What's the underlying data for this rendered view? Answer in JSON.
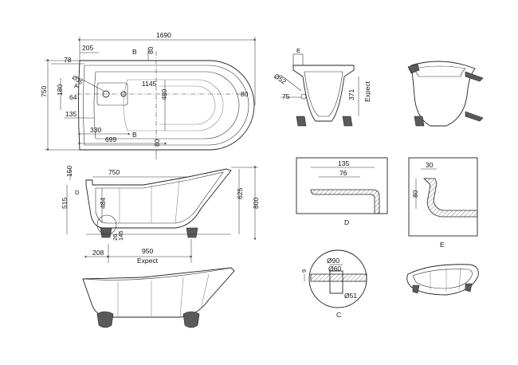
{
  "plan_view": {
    "overall_length": "1690",
    "overall_width": "750",
    "dim_205": "205",
    "dim_78": "78",
    "dim_80_top": "80",
    "dim_80_right": "80",
    "dim_80_bottom": "80",
    "dim_180": "180",
    "dim_64": "64",
    "dim_135": "135",
    "dim_330": "330",
    "dim_699": "699",
    "dim_1145": "1145",
    "dim_480": "480",
    "dia_35": "Ø35",
    "section_a": "A",
    "section_b_top": "B",
    "section_b_bottom": "B"
  },
  "side_view": {
    "dim_150": "150",
    "dim_750": "750",
    "dim_515": "515",
    "dim_625": "625",
    "dim_800": "800",
    "dim_484": "484",
    "dim_145": "145",
    "dim_26": "26",
    "dim_208": "208",
    "dim_950": "950",
    "label_expect": "Expect",
    "label_d": "D"
  },
  "end_view": {
    "label_e": "E",
    "dia_52": "Ø52",
    "dim_75": "75",
    "dim_371": "371",
    "label_expect": "Expect"
  },
  "detail_d": {
    "dim_135": "135",
    "dim_76": "76",
    "caption": "D"
  },
  "detail_e": {
    "dim_30": "30",
    "dim_80": "80",
    "caption": "E"
  },
  "detail_c": {
    "dim_9": "9",
    "dia_90": "Ø90",
    "dia_60": "Ø60",
    "dia_51": "Ø51",
    "caption": "C"
  },
  "colors": {
    "line": "#222222",
    "feet": "#5a5a5a",
    "background": "#ffffff"
  }
}
